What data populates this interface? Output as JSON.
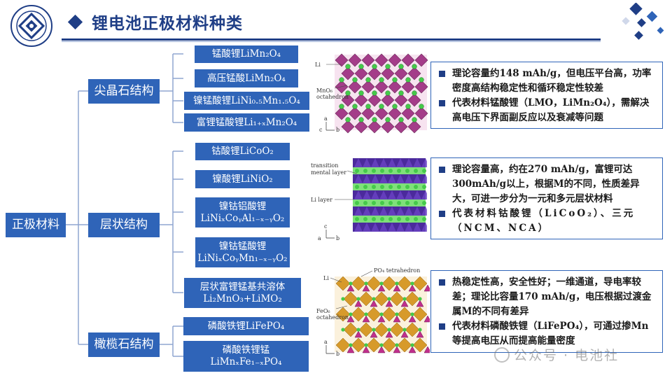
{
  "header": {
    "title": "锂电池正极材料种类"
  },
  "watermark": "公众号 · 电池社",
  "root": {
    "label": "正极材料"
  },
  "categories": [
    {
      "label": "尖晶石结构",
      "materials": [
        {
          "name": "锰酸锂 ",
          "formula": "LiMn₂O₄"
        },
        {
          "name": "高压锰酸 ",
          "formula": "LiMn₂O₄"
        },
        {
          "name": "镍锰酸锂 ",
          "formula": "LiNi₀.₅Mn₁.₅O₄"
        },
        {
          "name": "富锂锰酸锂 ",
          "formula": "Li₁₊ₓMn₂O₄"
        }
      ],
      "figure_labels": {
        "li": "Li",
        "octa1": "MnO₆",
        "octa2": "octahedron"
      },
      "info": [
        "理论容量约148 mAh/g，但电压平台高，功率密度高结构稳定性和循环稳定性较差",
        "代表材料锰酸锂（LMO，LiMn₂O₄），需解决高电压下界面副反应以及衰减等问题"
      ]
    },
    {
      "label": "层状结构",
      "materials": [
        {
          "name": "钴酸锂 ",
          "formula": "LiCoO₂"
        },
        {
          "name": "镍酸锂 ",
          "formula": "LiNiO₂"
        },
        {
          "name": "镍钴铝酸锂",
          "formula": "LiNiₓCoᵧAl₁₋ₓ₋ᵧO₂"
        },
        {
          "name": "镍钴锰酸锂",
          "formula": "LiNiₓCoᵧMn₁₋ₓ₋ᵧO₂"
        },
        {
          "name": "层状富锂锰基共溶体",
          "formula": "Li₂MnO₃+LiMO₂"
        }
      ],
      "figure_labels": {
        "tm1": "transition",
        "tm2": "mental layer",
        "li": "Li layer"
      },
      "info": [
        "理论容量高，约在270 mAh/g，富锂可达300mAh/g以上，根据M的不同，性质差异大，可进一步分为一元和多元层状材料",
        "代表材料钴酸锂（LiCoO₂）、三元（NCM、NCA）"
      ]
    },
    {
      "label": "橄榄石结构",
      "materials": [
        {
          "name": "磷酸铁锂 ",
          "formula": "LiFePO₄"
        },
        {
          "name": "磷酸铁锂锰",
          "formula": "LiMnₓFe₁₋ₓPO₄"
        }
      ],
      "figure_labels": {
        "po4": "PO₄ tetrahedron",
        "li": "Li",
        "octa1": "FeO₆",
        "octa2": "octahedron"
      },
      "info": [
        "热稳定性高，安全性好；一维通道，导电率较差；理论比容量170 mAh/g，电压根据过渡金属M的不同有差异",
        "代表材料磷酸铁锂（LiFePO₄），可通过掺Mn等提高电压从而提高能量密度"
      ]
    }
  ],
  "axes": {
    "a": "a",
    "b": "b",
    "c": "c"
  },
  "colors": {
    "primary": "#2f64b8",
    "title": "#1f3e86",
    "spinel_octa": "#9c2a7e",
    "li_green": "#45c94a",
    "layer_purple": "#4b2a9c",
    "layer_green": "#7fe07a",
    "olivine_orange": "#d79a2a",
    "olivine_pink": "#c02f8c"
  }
}
